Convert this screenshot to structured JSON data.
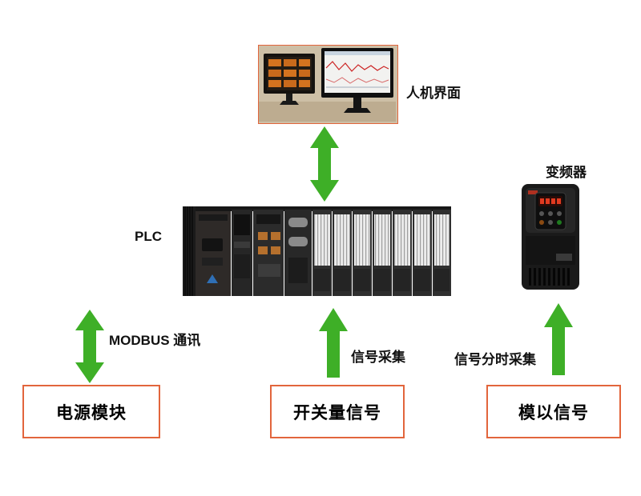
{
  "labels": {
    "hmi": "人机界面",
    "plc": "PLC",
    "vfd": "变频器",
    "modbus": "MODBUS 通讯",
    "signal_collect": "信号采集",
    "signal_timeshare": "信号分时采集"
  },
  "boxes": {
    "power_module": "电源模块",
    "switch_signal": "开关量信号",
    "analog_signal": "模以信号"
  },
  "colors": {
    "arrow_green": "#3eaf27",
    "box_border": "#e2653c"
  }
}
